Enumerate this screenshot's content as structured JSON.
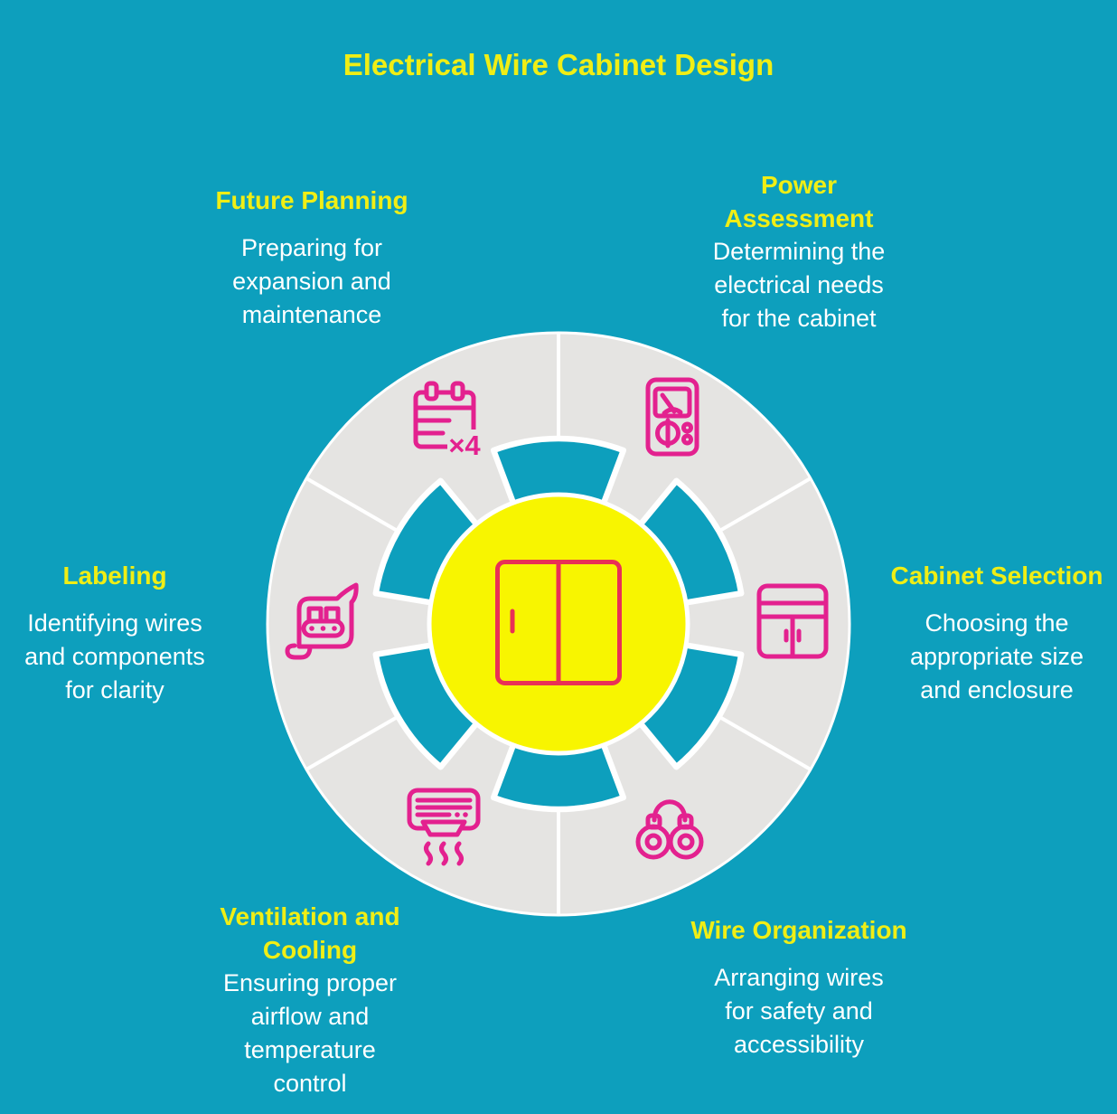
{
  "title": "Electrical Wire Cabinet Design",
  "colors": {
    "background": "#0d9fbd",
    "ring_gray": "#e5e4e2",
    "hub_yellow": "#f8f500",
    "heading_yellow": "#f0ee15",
    "body_text_white": "#ffffff",
    "icon_magenta": "#e3218f",
    "center_icon_red": "#e93056"
  },
  "center": {
    "icon": "wire-cabinet-icon"
  },
  "icons": {
    "calendar_badge": "×4"
  },
  "segments": [
    {
      "position": "top-left",
      "heading": "Future Planning",
      "description": "Preparing for\nexpansion and\nmaintenance",
      "icon": "calendar-x4-icon"
    },
    {
      "position": "top-right",
      "heading": "Power\nAssessment",
      "description": "Determining the\nelectrical needs\nfor the cabinet",
      "icon": "multimeter-icon"
    },
    {
      "position": "right",
      "heading": "Cabinet Selection",
      "description": "Choosing the\nappropriate size\nand enclosure",
      "icon": "cabinet-icon"
    },
    {
      "position": "bottom-right",
      "heading": "Wire Organization",
      "description": "Arranging wires\nfor safety and\naccessibility",
      "icon": "cable-spools-icon"
    },
    {
      "position": "bottom-left",
      "heading": "Ventilation and\nCooling",
      "description": "Ensuring proper\nairflow and\ntemperature\ncontrol",
      "icon": "air-conditioner-icon"
    },
    {
      "position": "left",
      "heading": "Labeling",
      "description": "Identifying wires\nand components\nfor clarity",
      "icon": "blueprint-label-icon"
    }
  ]
}
